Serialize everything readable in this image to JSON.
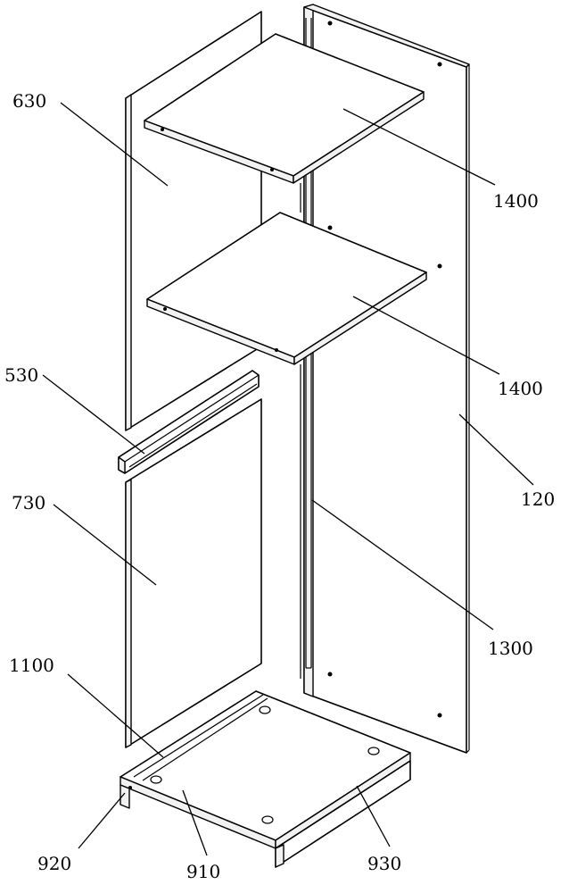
{
  "labels": {
    "p630": "630",
    "p1400a": "1400",
    "p1400b": "1400",
    "p530": "530",
    "p120": "120",
    "p730": "730",
    "p1300": "1300",
    "p1100": "1100",
    "p920": "920",
    "p910": "910",
    "p930": "930"
  }
}
